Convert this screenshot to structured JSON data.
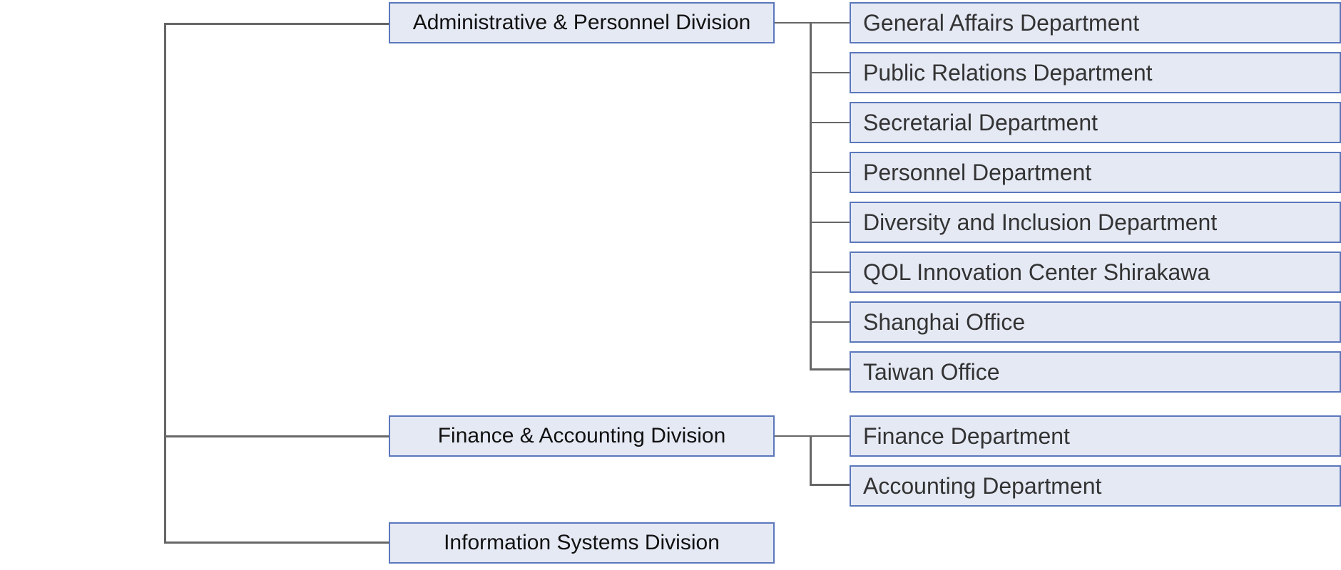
{
  "chart": {
    "colors": {
      "box_fill": "#e5e9f4",
      "box_border": "#5b77bb",
      "connector": "#666666"
    },
    "divisions": [
      {
        "label": "Administrative & Personnel Division",
        "departments": [
          "General Affairs Department",
          "Public Relations Department",
          "Secretarial Department",
          "Personnel Department",
          "Diversity and Inclusion Department",
          "QOL Innovation Center Shirakawa",
          "Shanghai Office",
          "Taiwan Office"
        ]
      },
      {
        "label": "Finance & Accounting Division",
        "departments": [
          "Finance Department",
          "Accounting Department"
        ]
      },
      {
        "label": "Information Systems Division",
        "departments": []
      }
    ]
  }
}
